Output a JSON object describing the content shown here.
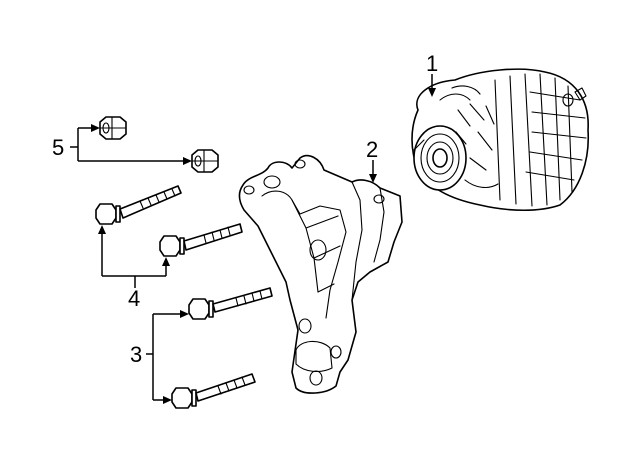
{
  "callouts": [
    {
      "id": "1",
      "label": "1"
    },
    {
      "id": "2",
      "label": "2"
    },
    {
      "id": "3",
      "label": "3"
    },
    {
      "id": "4",
      "label": "4"
    },
    {
      "id": "5",
      "label": "5"
    }
  ],
  "parts": {
    "p1": "alternator",
    "p2": "mounting-bracket",
    "p3": "long-bolts",
    "p4": "bolts",
    "p5": "nuts"
  }
}
